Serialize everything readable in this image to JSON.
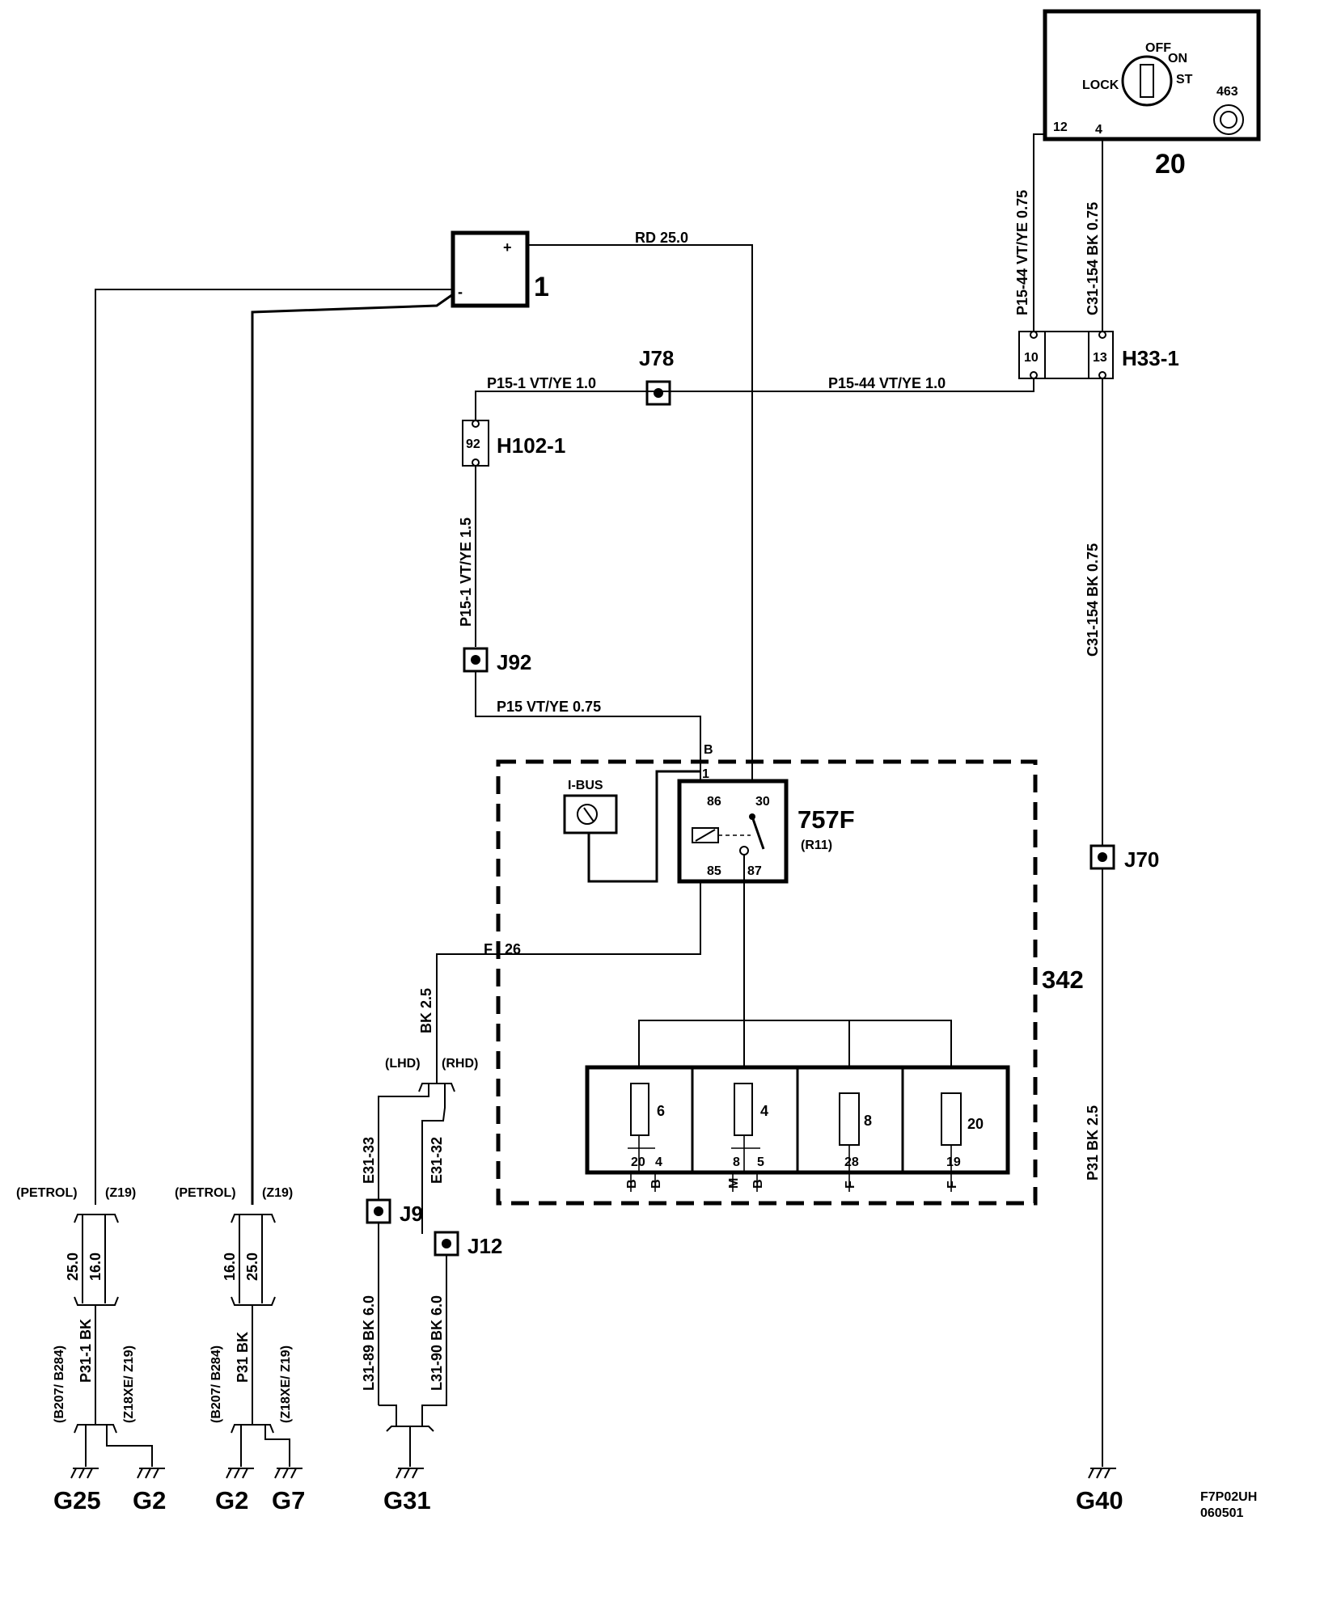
{
  "components": {
    "battery": {
      "ref": "1",
      "plus": "+",
      "minus": "-"
    },
    "ignition_switch": {
      "ref": "20",
      "positions": [
        "OFF",
        "ON",
        "LOCK",
        "ST"
      ],
      "part": "463",
      "pin_a": "12",
      "pin_b": "4"
    },
    "connector_h33": {
      "ref": "H33-1",
      "pin_a": "10",
      "pin_b": "13"
    },
    "connector_h102": {
      "ref": "H102-1",
      "pin": "92"
    },
    "module_342": {
      "ref": "342"
    },
    "relay": {
      "ref": "757F",
      "sub": "(R11)",
      "pins": [
        "86",
        "30",
        "85",
        "87"
      ]
    },
    "ibus": {
      "label": "I-BUS"
    },
    "fuses": [
      {
        "num": "6",
        "pins": [
          "20",
          "4"
        ],
        "bottom": [
          "B",
          "B"
        ]
      },
      {
        "num": "4",
        "pins": [
          "8",
          "5"
        ],
        "bottom": [
          "M",
          "B"
        ]
      },
      {
        "num": "8",
        "pins": [
          "28"
        ],
        "bottom": [
          "F"
        ]
      },
      {
        "num": "20",
        "pins": [
          "19"
        ],
        "bottom": [
          "F"
        ]
      }
    ],
    "pin_b": "B",
    "pin_1": "1",
    "pin_f": "F",
    "pin_26": "26"
  },
  "splices": [
    "J78",
    "J92",
    "J70",
    "J9",
    "J12"
  ],
  "wires": {
    "rd": "RD  25.0",
    "p15_1_top": "P15-1  VT/YE 1.0",
    "p15_44_h": "P15-44  VT/YE  1.0",
    "p15_44_v": "P15-44  VT/YE  0.75",
    "c31_154_top": "C31-154  BK  0.75",
    "c31_154_mid": "C31-154  BK  0.75",
    "p15_1_v": "P15-1 VT/YE  1.5",
    "p15": "P15  VT/YE   0.75",
    "bk": "BK   2.5",
    "p31": "P31  BK  2.5",
    "e31_33": "E31-33",
    "e31_32": "E31-32",
    "l31_89": "L31-89  BK  6.0",
    "l31_90": "L31-90  BK  6.0"
  },
  "variants": {
    "lhd": "(LHD)",
    "rhd": "(RHD)",
    "petrol": "(PETROL)",
    "z19": "(Z19)",
    "b207": "(B207/ B284)",
    "z18": "(Z18XE/ Z19)",
    "v25": "25.0",
    "v16": "16.0",
    "p31_1": "P31-1  BK",
    "p31b": "P31  BK"
  },
  "grounds": [
    "G25",
    "G2",
    "G2",
    "G7",
    "G31",
    "G40"
  ],
  "footer": {
    "code": "F7P02UH",
    "date": "060501"
  }
}
